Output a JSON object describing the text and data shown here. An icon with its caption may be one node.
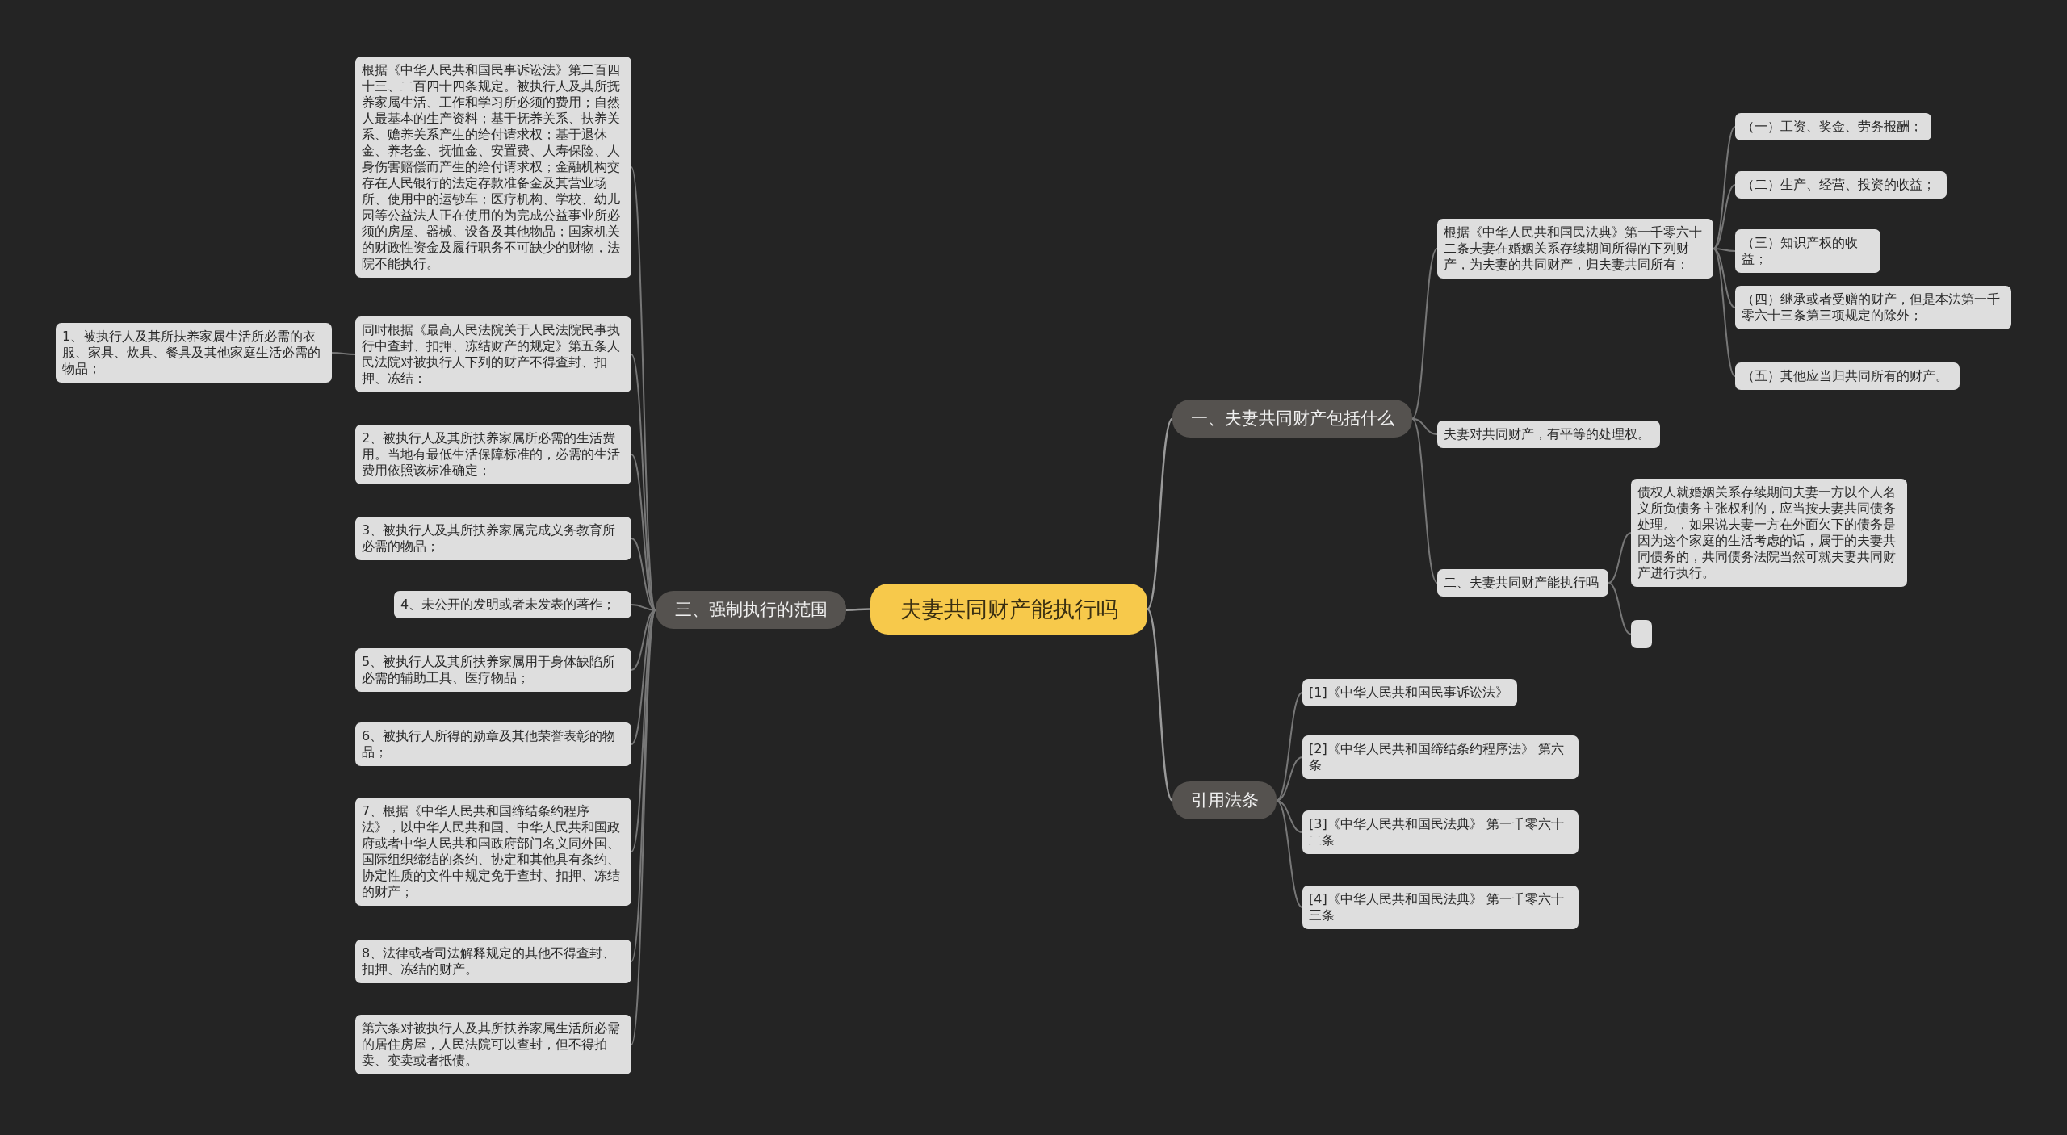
{
  "diagram": {
    "nodes": [
      {
        "text": [
          "夫妻共同财产能执行吗"
        ]
      },
      {
        "text": [
          "一、夫妻共同财产包括什么"
        ]
      },
      {
        "text": [
          "根据《中华人民共和国民法典》第一千零六十二条夫妻在婚姻关系存续期间所得的下列财产，为夫妻的共同财产，归夫妻共同所有："
        ]
      },
      {
        "text": [
          "（一）工资、奖金、劳务报酬；"
        ]
      },
      {
        "text": [
          "（二）生产、经营、投资的收益；"
        ]
      },
      {
        "text": [
          "（三）知识产权的收益；"
        ]
      },
      {
        "text": [
          "（四）继承或者受赠的财产，但是本法第一千零六十三条第三项规定的除外；"
        ]
      },
      {
        "text": [
          "（五）其他应当归共同所有的财产。"
        ]
      },
      {
        "text": [
          "夫妻对共同财产，有平等的处理权。"
        ]
      },
      {
        "text": [
          "二、夫妻共同财产能执行吗"
        ]
      },
      {
        "text": [
          "债权人就婚姻关系存续期间夫妻一方以个人名义所负债务主张权利的，应当按夫妻共同债务处理。，如果说夫妻一方在外面欠下的债务是因为这个家庭的生活考虑的话，属于的夫妻共同债务的，共同债务法院当然可就夫妻共同财产进行执行。"
        ]
      },
      {
        "text": [],
        "shape": "box"
      },
      {
        "text": [
          "引用法条"
        ]
      },
      {
        "text": [
          "[1]《中华人民共和国民事诉讼法》"
        ]
      },
      {
        "text": [
          "[2]《中华人民共和国缔结条约程序法》 第六条"
        ]
      },
      {
        "text": [
          "[3]《中华人民共和国民法典》 第一千零六十二条"
        ]
      },
      {
        "text": [
          "[4]《中华人民共和国民法典》 第一千零六十三条"
        ]
      },
      {
        "text": [
          "三、强制执行的范围"
        ]
      },
      {
        "text": [
          "根据《中华人民共和国民事诉讼法》第二百四十三、二百四十四条规定。被执行人及其所抚养家属生活、工作和学习所必须的费用；自然人最基本的生产资料；基于抚养关系、扶养关系、赡养关系产生的给付请求权；基于退休金、养老金、抚恤金、安置费、人寿保险、人身伤害赔偿而产生的给付请求权；金融机构交存在人民银行的法定存款准备金及其营业场所、使用中的运钞车；医疗机构、学校、幼儿园等公益法人正在使用的为完成公益事业所必须的房屋、器械、设备及其他物品；国家机关的财政性资金及履行职务不可缺少的财物，法院不能执行。"
        ]
      },
      {
        "text": [
          "同时根据《最高人民法院关于人民法院民事执行中查封、扣押、冻结财产的规定》第五条人民法院对被执行人下列的财产不得查封、扣押、冻结："
        ]
      },
      {
        "text": [
          "1、被执行人及其所扶养家属生活所必需的衣服、家具、炊具、餐具及其他家庭生活必需的物品；"
        ]
      },
      {
        "text": [
          "2、被执行人及其所扶养家属所必需的生活费用。当地有最低生活保障标准的，必需的生活费用依照该标准确定；"
        ]
      },
      {
        "text": [
          "3、被执行人及其所扶养家属完成义务教育所必需的物品；"
        ]
      },
      {
        "text": [
          "4、未公开的发明或者未发表的著作；"
        ]
      },
      {
        "text": [
          "5、被执行人及其所扶养家属用于身体缺陷所必需的辅助工具、医疗物品；"
        ]
      },
      {
        "text": [
          "6、被执行人所得的勋章及其他荣誉表彰的物品；"
        ]
      },
      {
        "text": [
          "7、根据《中华人民共和国缔结条约程序法》，以中华人民共和国、中华人民共和国政府或者中华人民共和国政府部门名义同外国、国际组织缔结的条约、协定和其他具有条约、协定性质的文件中规定免于查封、扣押、冻结的财产；"
        ]
      },
      {
        "text": [
          "8、法律或者司法解释规定的其他不得查封、扣押、冻结的财产。"
        ]
      },
      {
        "text": [
          "第六条对被执行人及其所扶养家属生活所必需的居住房屋，人民法院可以查封，但不得拍卖、变卖或者抵债。"
        ]
      }
    ],
    "edges": [
      {
        "from": 0,
        "to": 1,
        "arrow": "none"
      },
      {
        "from": 1,
        "to": 2,
        "arrow": "none"
      },
      {
        "from": 2,
        "to": 3,
        "arrow": "none"
      },
      {
        "from": 2,
        "to": 4,
        "arrow": "none"
      },
      {
        "from": 2,
        "to": 5,
        "arrow": "none"
      },
      {
        "from": 2,
        "to": 6,
        "arrow": "none"
      },
      {
        "from": 2,
        "to": 7,
        "arrow": "none"
      },
      {
        "from": 1,
        "to": 8,
        "arrow": "none"
      },
      {
        "from": 1,
        "to": 9,
        "arrow": "none"
      },
      {
        "from": 9,
        "to": 10,
        "arrow": "none"
      },
      {
        "from": 9,
        "to": 11,
        "arrow": "none"
      },
      {
        "from": 0,
        "to": 12,
        "arrow": "none"
      },
      {
        "from": 12,
        "to": 13,
        "arrow": "none"
      },
      {
        "from": 12,
        "to": 14,
        "arrow": "none"
      },
      {
        "from": 12,
        "to": 15,
        "arrow": "none"
      },
      {
        "from": 12,
        "to": 16,
        "arrow": "none"
      },
      {
        "from": 0,
        "to": 17,
        "arrow": "none"
      },
      {
        "from": 17,
        "to": 18,
        "arrow": "none"
      },
      {
        "from": 17,
        "to": 19,
        "arrow": "none"
      },
      {
        "from": 19,
        "to": 20,
        "arrow": "none"
      },
      {
        "from": 17,
        "to": 21,
        "arrow": "none"
      },
      {
        "from": 17,
        "to": 22,
        "arrow": "none"
      },
      {
        "from": 17,
        "to": 23,
        "arrow": "none"
      },
      {
        "from": 17,
        "to": 24,
        "arrow": "none"
      },
      {
        "from": 17,
        "to": 25,
        "arrow": "none"
      },
      {
        "from": 17,
        "to": 26,
        "arrow": "none"
      },
      {
        "from": 17,
        "to": 27,
        "arrow": "none"
      },
      {
        "from": 17,
        "to": 28,
        "arrow": "none"
      }
    ]
  }
}
